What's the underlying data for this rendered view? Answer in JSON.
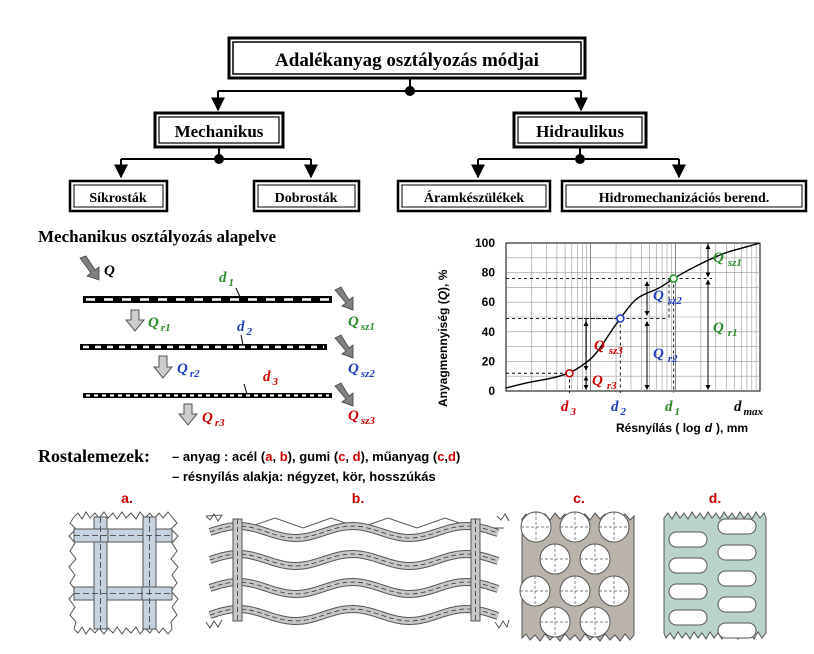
{
  "tree": {
    "root": "Adalékanyag osztályozás módjai",
    "left": "Mechanikus",
    "right": "Hidraulikus",
    "leaves": [
      "Síkrosták",
      "Dobrosták",
      "Áramkészülékek",
      "Hidromechanizációs berend."
    ]
  },
  "sieve": {
    "title": "Mechanikus osztályozás alapelve",
    "feed": "Q",
    "d1": "d",
    "d1_sub": "1",
    "d2": "d",
    "d2_sub": "2",
    "d3": "d",
    "d3_sub": "3",
    "qr1": "Q",
    "qr1_sub": "r1",
    "qr2": "Q",
    "qr2_sub": "r2",
    "qr3": "Q",
    "qr3_sub": "r3",
    "qsz1": "Q",
    "qsz1_sub": "sz1",
    "qsz2": "Q",
    "qsz2_sub": "sz2",
    "qsz3": "Q",
    "qsz3_sub": "sz3"
  },
  "chart_data": {
    "type": "line",
    "ylabel_a": "Anyagmennyiség  (",
    "ylabel_q": "Q",
    "ylabel_b": "), %",
    "xlabel_a": "Résnyílás ( log",
    "xlabel_d": "d",
    "xlabel_b": "), mm",
    "ylim": [
      0,
      100
    ],
    "yticks": [
      0,
      20,
      40,
      60,
      80,
      100
    ],
    "grid": true,
    "log_x": true,
    "x_tick_labels": [
      {
        "main": "d",
        "sub": "3"
      },
      {
        "main": "d",
        "sub": "2"
      },
      {
        "main": "d",
        "sub": "1"
      },
      {
        "main": "d",
        "sub": "max"
      }
    ],
    "curve": [
      [
        0,
        2
      ],
      [
        0.9,
        6
      ],
      [
        1.8,
        8.5
      ],
      [
        2.5,
        12
      ],
      [
        3.0,
        17
      ],
      [
        3.5,
        24
      ],
      [
        3.9,
        34
      ],
      [
        4.2,
        42
      ],
      [
        4.5,
        49
      ],
      [
        4.8,
        56
      ],
      [
        5.1,
        62
      ],
      [
        5.5,
        66
      ],
      [
        6.0,
        69
      ],
      [
        6.6,
        76
      ],
      [
        7.2,
        82
      ],
      [
        7.9,
        88
      ],
      [
        8.7,
        94
      ],
      [
        9.4,
        97
      ],
      [
        10,
        100
      ]
    ],
    "markers": [
      {
        "x": 2.5,
        "y": 12,
        "color": "#cc0000"
      },
      {
        "x": 4.5,
        "y": 49,
        "color": "#1f3fbf"
      },
      {
        "x": 6.6,
        "y": 76,
        "color": "#2a9a2a"
      }
    ],
    "annotations": [
      {
        "main": "Q",
        "sub": "sz1",
        "color": "#2a8a2a"
      },
      {
        "main": "Q",
        "sub": "sz2",
        "color": "#1f3fbf"
      },
      {
        "main": "Q",
        "sub": "r1",
        "color": "#2a8a2a"
      },
      {
        "main": "Q",
        "sub": "sz3",
        "color": "#cc0000"
      },
      {
        "main": "Q",
        "sub": "r2",
        "color": "#1f3fbf"
      },
      {
        "main": "Q",
        "sub": "r3",
        "color": "#cc0000"
      }
    ]
  },
  "rosta": {
    "title": "Rostalemezek:",
    "line1_a": "– anyag : acél (",
    "a": "a",
    "comma1": ", ",
    "b": "b",
    "line1_b": "), gumi (",
    "c": "c",
    "comma2": ", ",
    "d": "d",
    "line1_c": "), műanyag (",
    "c2": "c",
    "comma3": ",",
    "d2": "d",
    "line1_d": ")",
    "line2": "– résnyílás alakja: négyzet, kör, hosszúkás"
  },
  "panels": {
    "a": "a.",
    "b": "b.",
    "c": "c.",
    "d": "d."
  },
  "colors": {
    "red": "#cc0000",
    "blue": "#1f3fbf",
    "green": "#2a8a2a",
    "screen_gray": "#b9b3ab",
    "panel_d": "#b9d3c8",
    "wire_blue": "#c5d3e0"
  }
}
